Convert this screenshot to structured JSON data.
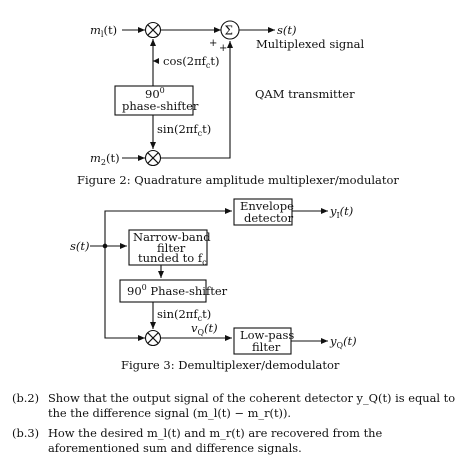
{
  "fig2": {
    "m1_label": "m",
    "m1_sub": "l",
    "m2_label": "m",
    "m2_sub": "2",
    "t_arg": "(t)",
    "sigma_label": "Σ",
    "plus_1": "+",
    "plus_2": "+",
    "s_label": "s(t)",
    "output_caption": "Multiplexed signal",
    "cos_label": "cos(2πf",
    "cos_sub": "c",
    "cos_end": "t)",
    "phase_shifter_line1": "90",
    "phase_shifter_sup": "0",
    "phase_shifter_line2": "phase-shifter",
    "sin_label": "sin(2πf",
    "sin_sub": "c",
    "sin_end": "t)",
    "qam_caption": "QAM transmitter",
    "caption": "Figure 2:   Quadrature amplitude multiplexer/modulator"
  },
  "fig3": {
    "s_input": "s(t)",
    "envelope_line1": "Envelope",
    "envelope_line2": "detector",
    "yI_label": "y",
    "yI_sub": "I",
    "yI_end": "(t)",
    "nb_line1": "Narrow-band",
    "nb_line2": "filter",
    "nb_line3": "tunded to f",
    "nb_sub": "c",
    "ps_line": "90",
    "ps_sup": "0",
    "ps_rest": " Phase-shifter",
    "sin_label": "sin(2πf",
    "sin_sub": "c",
    "sin_end": "t)",
    "vq_label": "v",
    "vq_sub": "Q",
    "vq_end": "(t)",
    "lp_line1": "Low-pass",
    "lp_line2": "filter",
    "yQ_label": "y",
    "yQ_sub": "Q",
    "yQ_end": "(t)",
    "caption": "Figure 3:   Demultiplexer/demodulator"
  },
  "questions": [
    {
      "label": "(b.2)",
      "text": "Show that the output signal of the coherent detector y_Q(t) is equal to the the difference signal (m_l(t) − m_r(t))."
    },
    {
      "label": "(b.3)",
      "text": "How the desired m_l(t) and m_r(t) are recovered from the aforementioned sum and difference signals."
    }
  ]
}
